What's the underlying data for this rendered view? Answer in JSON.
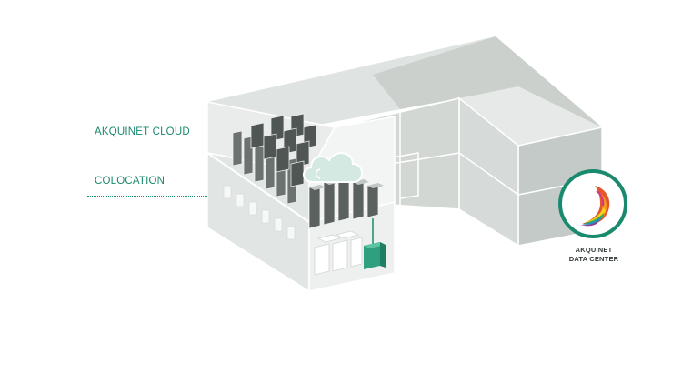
{
  "labels": {
    "cloud_floor": "AKQUINET CLOUD",
    "colocation_floor": "COLOCATION"
  },
  "badge": {
    "line1": "AKQUINET",
    "line2": "DATA CENTER"
  },
  "colors": {
    "accent": "#1a8a6e",
    "building_light": "#e3e6e4",
    "building_mid": "#c9cecb",
    "building_dark": "#b3b9b6",
    "rack": "#5d6461"
  },
  "icons": {
    "cloud": "cloud-icon",
    "logo": "akquinet-swoosh-logo-icon"
  }
}
